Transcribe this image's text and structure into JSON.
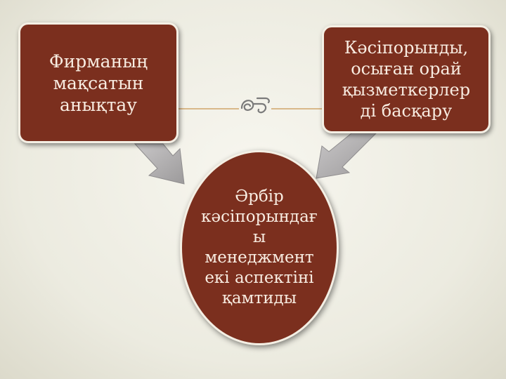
{
  "diagram": {
    "left_box": {
      "text": "Фирманың\nмақсатын\nанықтау"
    },
    "right_box": {
      "text": "Кәсіпорынды,\nосыған орай\nқызметкерлер\nді басқару"
    },
    "center_circle": {
      "text": "Әрбір\nкәсіпорындағ\nы\nменеджмент\nекі аспектіні\nқамтиды"
    }
  },
  "colors": {
    "box_fill": "#7b2f1e",
    "box_border": "#f4efe4",
    "text": "#f8ece1",
    "arrow": "#aba9aa",
    "connector": "#d9b889"
  },
  "icons": {
    "ornament": "scroll-flourish-icon"
  }
}
